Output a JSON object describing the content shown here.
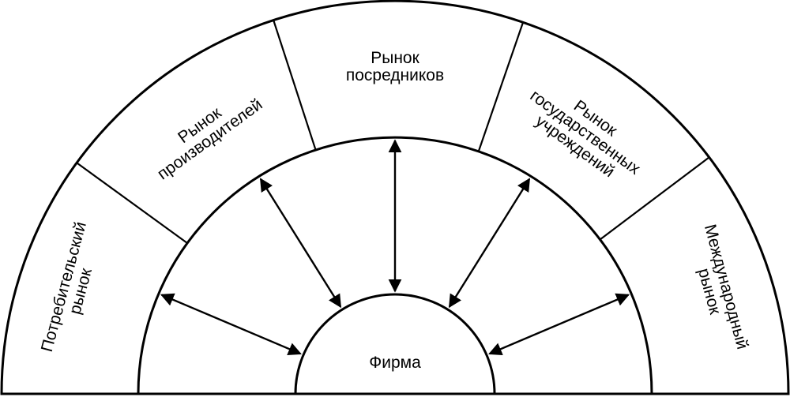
{
  "center_label": "Фирма",
  "segments": [
    {
      "id": "consumer",
      "lines": [
        "Потребительский",
        "рынок"
      ]
    },
    {
      "id": "producers",
      "lines": [
        "Рынок",
        "производителей"
      ]
    },
    {
      "id": "intermediaries",
      "lines": [
        "Рынок",
        "посредников"
      ]
    },
    {
      "id": "government",
      "lines": [
        "Рынок",
        "государственных",
        "учреждений"
      ]
    },
    {
      "id": "international",
      "lines": [
        "Международный",
        "рынок"
      ]
    }
  ],
  "colors": {
    "stroke": "#000000",
    "background": "#ffffff"
  }
}
